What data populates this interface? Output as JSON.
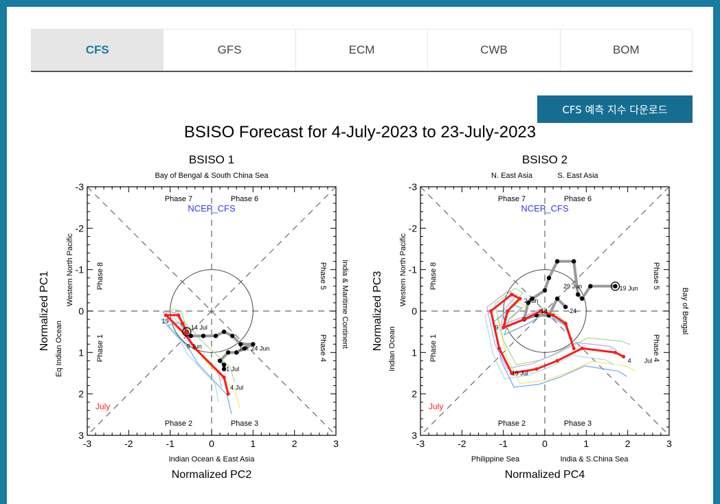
{
  "tabs": [
    {
      "label": "CFS",
      "active": true
    },
    {
      "label": "GFS",
      "active": false
    },
    {
      "label": "ECM",
      "active": false
    },
    {
      "label": "CWB",
      "active": false
    },
    {
      "label": "BOM",
      "active": false
    }
  ],
  "download_button": "CFS 예측 지수 다운로드",
  "colors": {
    "frame": "#1a7aa0",
    "button": "#166d92",
    "active_tab_text": "#1a7aa0",
    "model_label": "#3333ff",
    "july": "#ff2222"
  },
  "chart_data": [
    {
      "type": "scatter",
      "figure_title": "BSISO Forecast for 4-July-2023 to 23-July-2023",
      "title": "BSISO 1",
      "xlabel": "Normalized PC2",
      "ylabel": "Normalized PC1",
      "xlim": [
        -3,
        3
      ],
      "ylim": [
        -3,
        3
      ],
      "y_inverted": true,
      "ticks": [
        "-3",
        "-2",
        "-1",
        "0",
        "1",
        "2",
        "3"
      ],
      "model_label": "NCEP_CFS",
      "month_label": "July",
      "region_top": "Bay of Bengal & South China Sea",
      "region_bottom": "Indian Ocean & East Asia",
      "region_left_outer": "Eq Indian Ocean",
      "region_left_inner": "Western North Pacific",
      "region_right": "India & Maritime Continent",
      "phases": {
        "p1": "Phase 1",
        "p2": "Phase 2",
        "p3": "Phase 3",
        "p4": "Phase 4",
        "p5": "Phase 5",
        "p6": "Phase 6",
        "p7": "Phase 7",
        "p8": "Phase 8"
      },
      "observed": {
        "name": "Jun",
        "points": [
          [
            0.3,
            1.4
          ],
          [
            0.3,
            1.3
          ],
          [
            0.2,
            1.2
          ],
          [
            0.4,
            1.0
          ],
          [
            0.6,
            1.0
          ],
          [
            0.8,
            0.9
          ],
          [
            1.0,
            0.8
          ],
          [
            0.7,
            0.8
          ],
          [
            0.5,
            0.6
          ],
          [
            0.3,
            0.5
          ],
          [
            0.1,
            0.6
          ],
          [
            -0.2,
            0.6
          ],
          [
            -0.5,
            0.6
          ],
          [
            -0.6,
            0.5
          ]
        ]
      },
      "forecast_mean": [
        [
          -0.6,
          0.5
        ],
        [
          -0.7,
          0.3
        ],
        [
          -0.8,
          0.1
        ],
        [
          -1.1,
          0.1
        ],
        [
          -0.6,
          0.6
        ],
        [
          -0.4,
          0.9
        ],
        [
          0.3,
          1.6
        ],
        [
          0.4,
          2.0
        ]
      ],
      "annotations": [
        {
          "text": "19",
          "x": -1.2,
          "y": 0.3
        },
        {
          "text": "14 Jul",
          "x": -0.5,
          "y": 0.45
        },
        {
          "text": "9 Jun",
          "x": -0.6,
          "y": 0.9
        },
        {
          "text": "1 Jul",
          "x": 0.35,
          "y": 1.45
        },
        {
          "text": "24 Jun",
          "x": 0.95,
          "y": 0.95
        },
        {
          "text": "4 Jul",
          "x": 0.45,
          "y": 1.9
        },
        {
          "text": "Jun",
          "x": 0.65,
          "y": 0.95
        }
      ]
    },
    {
      "type": "scatter",
      "title": "BSISO 2",
      "xlabel": "Normalized PC4",
      "ylabel": "Normalized PC3",
      "xlim": [
        -3,
        3
      ],
      "ylim": [
        -3,
        3
      ],
      "y_inverted": true,
      "ticks": [
        "-3",
        "-2",
        "-1",
        "0",
        "1",
        "2",
        "3"
      ],
      "model_label": "NCEP_CFS",
      "month_label": "July",
      "region_top_left": "N. East Asia",
      "region_top_right": "S. East Asia",
      "region_bottom_left": "Philippine Sea",
      "region_bottom_right": "India & S.China Sea",
      "region_left_outer": "Indian Ocean",
      "region_left_inner": "Western North Pacific",
      "region_right": "Bay of Bengal",
      "phases": {
        "p1": "Phase 1",
        "p2": "Phase 2",
        "p3": "Phase 3",
        "p4": "Phase 4",
        "p5": "Phase 5",
        "p6": "Phase 6",
        "p7": "Phase 7",
        "p8": "Phase 8"
      },
      "observed": {
        "name": "Jun",
        "points": [
          [
            1.7,
            -0.6
          ],
          [
            1.1,
            -0.6
          ],
          [
            0.9,
            -0.3
          ],
          [
            0.8,
            -0.4
          ],
          [
            0.7,
            -1.2
          ],
          [
            0.3,
            -1.2
          ],
          [
            0.1,
            -0.8
          ],
          [
            0.0,
            -0.5
          ],
          [
            -0.3,
            -0.3
          ],
          [
            -0.4,
            -0.2
          ],
          [
            -0.5,
            0.2
          ],
          [
            -0.2,
            0.1
          ],
          [
            0.1,
            0.1
          ],
          [
            0.3,
            -0.3
          ],
          [
            0.5,
            -0.1
          ]
        ]
      },
      "forecast_mean": [
        [
          0.7,
          0.9
        ],
        [
          0.5,
          0.3
        ],
        [
          0.2,
          0.1
        ],
        [
          -0.1,
          0.0
        ],
        [
          -0.5,
          0.2
        ],
        [
          -1.0,
          0.4
        ],
        [
          -0.9,
          0.0
        ],
        [
          -0.6,
          -0.3
        ],
        [
          -0.8,
          -0.4
        ],
        [
          -1.3,
          0.0
        ],
        [
          -1.1,
          0.9
        ],
        [
          -0.8,
          1.5
        ],
        [
          -0.2,
          1.4
        ],
        [
          0.3,
          1.2
        ],
        [
          0.9,
          0.9
        ],
        [
          1.7,
          1.0
        ],
        [
          1.9,
          1.1
        ]
      ],
      "annotations": [
        {
          "text": "19 Jun",
          "x": 1.8,
          "y": -0.5
        },
        {
          "text": "29 Jun",
          "x": 0.45,
          "y": -0.55
        },
        {
          "text": "24",
          "x": -0.5,
          "y": -0.2
        },
        {
          "text": "Jun",
          "x": -0.4,
          "y": -0.2
        },
        {
          "text": "14",
          "x": -0.1,
          "y": 0.05
        },
        {
          "text": "24",
          "x": 0.6,
          "y": 0.05
        },
        {
          "text": "9",
          "x": -1.2,
          "y": 0.45
        },
        {
          "text": "19 Jul",
          "x": -0.8,
          "y": 1.55
        },
        {
          "text": "4",
          "x": 2.0,
          "y": 1.25
        },
        {
          "text": "Jul",
          "x": 2.4,
          "y": 1.25
        }
      ]
    }
  ]
}
